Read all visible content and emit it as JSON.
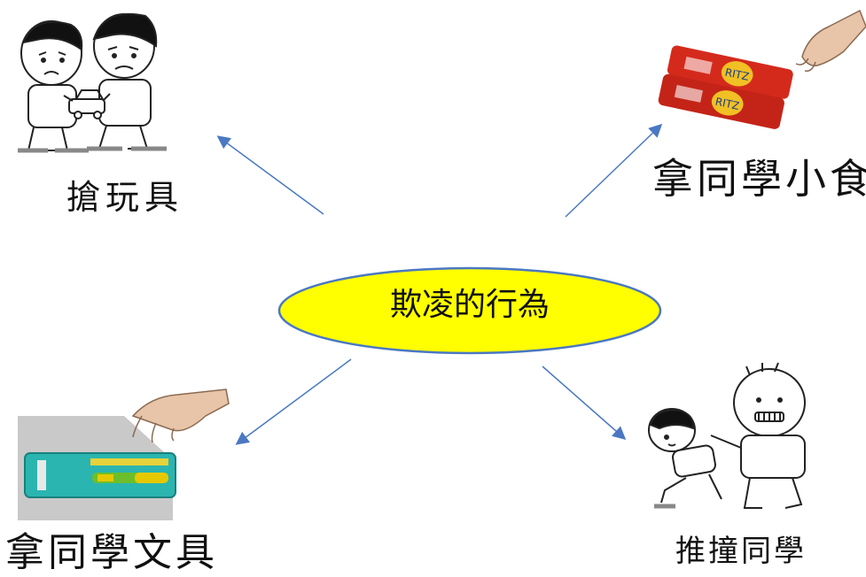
{
  "center": {
    "label": "欺凌的行為"
  },
  "branches": [
    {
      "label": "搶玩具",
      "image": "two-boys-fighting-over-toy-car"
    },
    {
      "label": "拿同學小食",
      "image": "hand-taking-crackers"
    },
    {
      "label": "拿同學文具",
      "image": "hand-taking-pencil-case"
    },
    {
      "label": "推撞同學",
      "image": "boy-pushing-classmate"
    }
  ],
  "colors": {
    "ellipse_fill": "#ffff00",
    "ellipse_stroke": "#4a78c2",
    "arrow": "#4a78c2",
    "cracker_red": "#d42a1c",
    "pencil_case": "#2bb5b0"
  }
}
